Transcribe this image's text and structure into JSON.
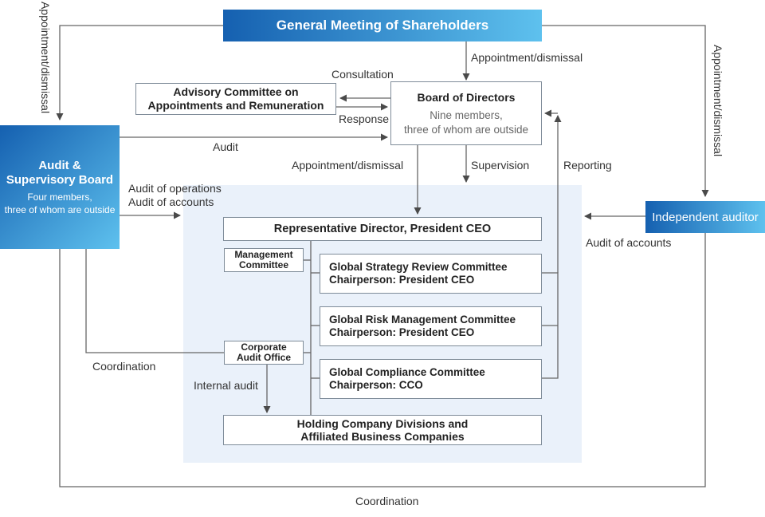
{
  "nodes": {
    "shareholders": "General Meeting of Shareholders",
    "advisory_committee": {
      "line1": "Advisory Committee on",
      "line2": "Appointments and Remuneration"
    },
    "board": {
      "title": "Board of Directors",
      "line1": "Nine members,",
      "line2": "three of whom are outside"
    },
    "audit_board": {
      "title1": "Audit &",
      "title2": "Supervisory Board",
      "line1": "Four members,",
      "line2": "three of whom are outside"
    },
    "independent_auditor": "Independent auditor",
    "representative_director": "Representative Director, President CEO",
    "management_committee": {
      "line1": "Management",
      "line2": "Committee"
    },
    "global_strategy": {
      "line1": "Global Strategy Review Committee",
      "line2": "Chairperson: President CEO"
    },
    "global_risk": {
      "line1": "Global Risk Management Committee",
      "line2": "Chairperson: President CEO"
    },
    "global_compliance": {
      "line1": "Global Compliance Committee",
      "line2": "Chairperson: CCO"
    },
    "corporate_audit": {
      "line1": "Corporate",
      "line2": "Audit Office"
    },
    "holding_company": {
      "line1": "Holding Company Divisions and",
      "line2": "Affiliated Business Companies"
    }
  },
  "labels": {
    "appointment_left": "Appointment/dismissal",
    "appointment_right": "Appointment/dismissal",
    "appointment_top": "Appointment/dismissal",
    "consultation": "Consultation",
    "response": "Response",
    "audit": "Audit",
    "appointment_mid": "Appointment/dismissal",
    "supervision": "Supervision",
    "reporting": "Reporting",
    "audit_operations": "Audit of operations",
    "audit_accounts": "Audit of accounts",
    "audit_accounts_right": "Audit of accounts",
    "coordination_left": "Coordination",
    "internal_audit": "Internal audit",
    "coordination_bottom": "Coordination"
  },
  "colors": {
    "blue_gradient_start": "#1560b0",
    "blue_gradient_end": "#5ec1ee",
    "connector_line": "#666666",
    "region_fill": "#eaf1fa",
    "box_border": "#7f8c99"
  }
}
